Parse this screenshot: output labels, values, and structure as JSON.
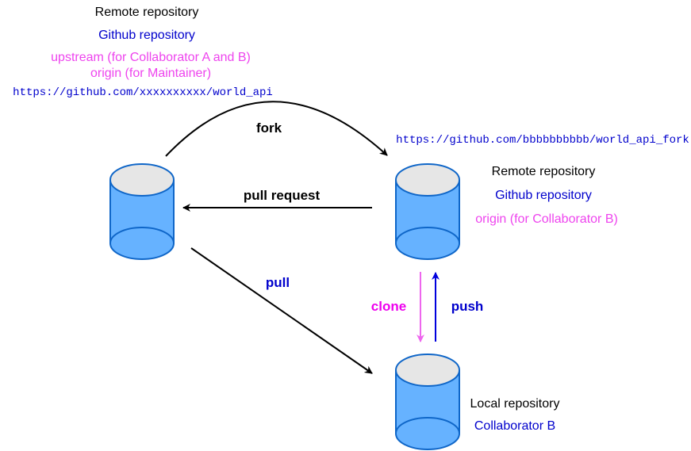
{
  "colors": {
    "black": "#000000",
    "blue": "#0000cc",
    "magenta": "#ee44ee",
    "cylinder_fill": "#66b2ff",
    "cylinder_top": "#e6e6e6",
    "cylinder_stroke": "#0f66c8",
    "clone_arrow": "#ee66ee",
    "push_arrow": "#0000dd"
  },
  "upstream_repo": {
    "title": "Remote repository",
    "kind": "Github repository",
    "role_1": "upstream (for Collaborator A and B)",
    "role_2": "origin (for Maintainer)",
    "url": "https://github.com/xxxxxxxxxx/world_api"
  },
  "fork_repo": {
    "url": "https://github.com/bbbbbbbbbb/world_api_fork",
    "title": "Remote repository",
    "kind": "Github repository",
    "role": "origin (for Collaborator B)"
  },
  "local_repo": {
    "title": "Local repository",
    "owner": "Collaborator B"
  },
  "edges": {
    "fork": "fork",
    "pull_request": "pull request",
    "pull": "pull",
    "clone": "clone",
    "push": "push"
  }
}
